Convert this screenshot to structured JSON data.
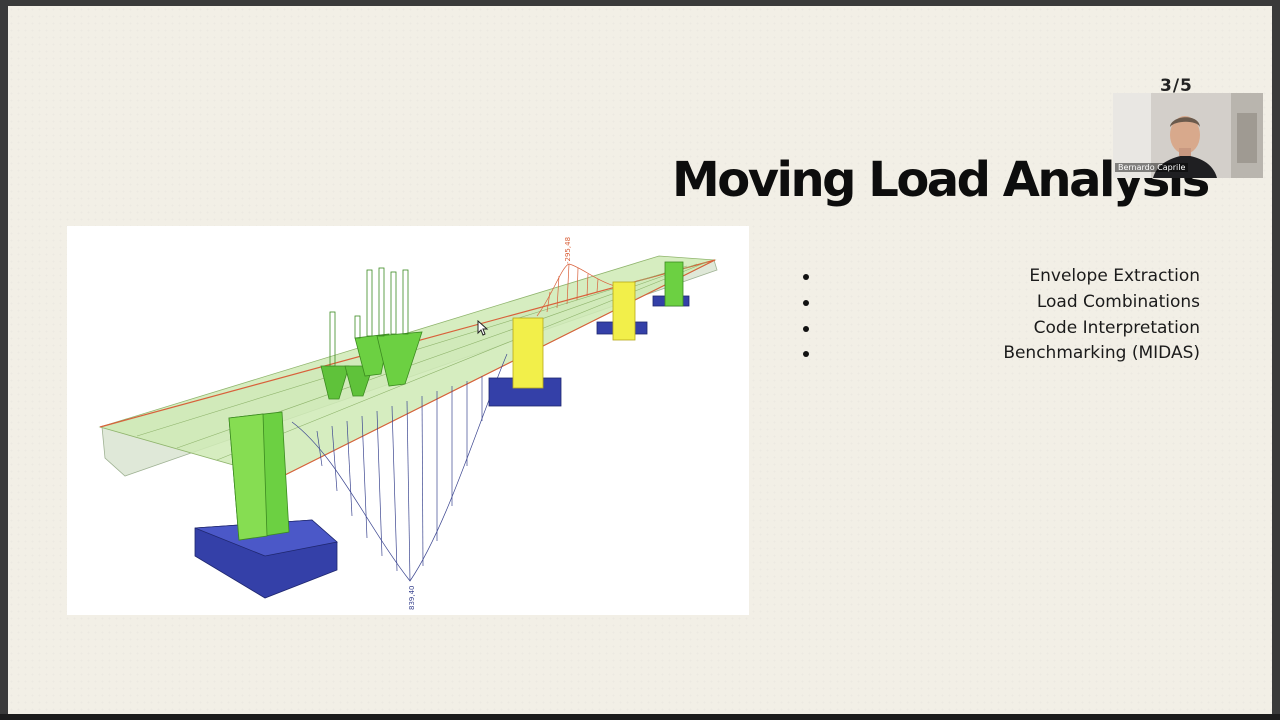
{
  "slide": {
    "page_indicator": "3/5",
    "title": "Moving Load Analysis",
    "bullets": [
      "Envelope Extraction",
      "Load Combinations",
      "Code Interpretation",
      "Benchmarking (MIDAS)"
    ]
  },
  "figure": {
    "label_max_moment": "-295,48",
    "label_min_moment": "839,40"
  },
  "webcam": {
    "participant_name": "Bernardo Caprile"
  },
  "icons": [
    "bullet-dot-icon",
    "mouse-cursor-icon"
  ],
  "colors": {
    "slide_background": "#f2efe6",
    "title": "#0d0d0d",
    "pier_green": "#7bd13a",
    "pier_yellow": "#f2ef4a",
    "footing_blue": "#3440a8",
    "deck_green": "#c6e8a6",
    "diagram_red": "#d9603a",
    "diagram_blue": "#3c4690"
  }
}
